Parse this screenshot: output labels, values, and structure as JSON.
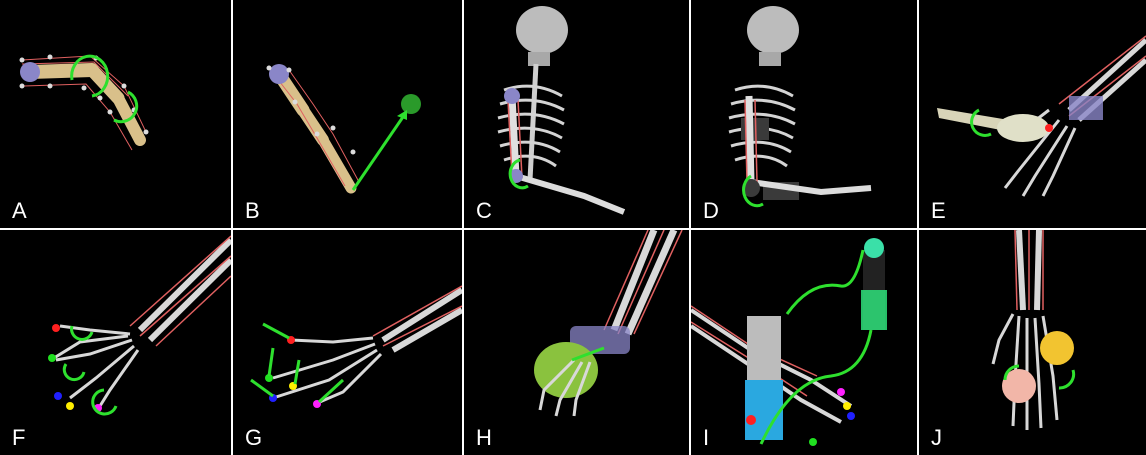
{
  "figure": {
    "panels": [
      {
        "label": "A",
        "content": "finger-joint-rotation"
      },
      {
        "label": "B",
        "content": "finger-reach-target"
      },
      {
        "label": "C",
        "content": "skeleton-elbow-flexion"
      },
      {
        "label": "D",
        "content": "skeleton-elbow-with-wraps"
      },
      {
        "label": "E",
        "content": "hand-key-turning"
      },
      {
        "label": "F",
        "content": "hand-fingertip-rotation"
      },
      {
        "label": "G",
        "content": "hand-fingertip-translation"
      },
      {
        "label": "H",
        "content": "hand-ellipsoid-manipulation"
      },
      {
        "label": "I",
        "content": "hand-pen-reorientation"
      },
      {
        "label": "J",
        "content": "hand-baoding-balls"
      }
    ]
  },
  "colors": {
    "background": "#000000",
    "arrow": "#2ee02e",
    "bone": "#d8d8d8",
    "muscle": "#e06060",
    "finger_segment": "#d9c08a",
    "joint_sphere": "#8a86c8",
    "site_red": "#ff2020",
    "site_green": "#20e020",
    "site_blue": "#2020ff",
    "site_yellow": "#ffee00",
    "site_magenta": "#ff20ff"
  }
}
